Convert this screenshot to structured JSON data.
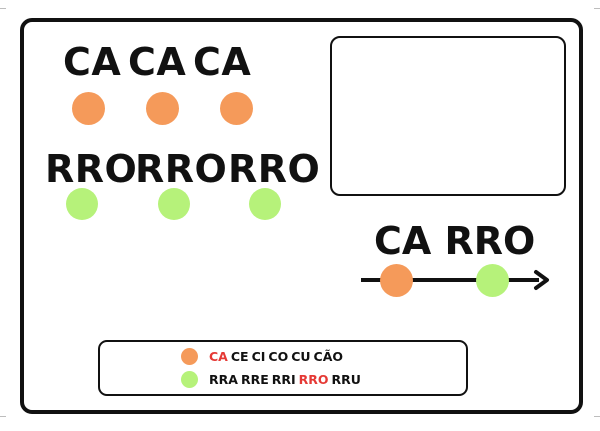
{
  "colors": {
    "orange": "#F59A5A",
    "green": "#B6F27A",
    "highlight": "#E53935",
    "ink": "#111111"
  },
  "top_row": {
    "syllables": [
      "CA",
      "CA",
      "CA"
    ],
    "dot_color": "orange"
  },
  "second_row": {
    "syllables": [
      "RRO",
      "RRO",
      "RRO"
    ],
    "dot_color": "green"
  },
  "picture_box": {
    "content": ""
  },
  "word_builder": {
    "word_parts": [
      "CA",
      "RRO"
    ],
    "dot_colors": [
      "orange",
      "green"
    ],
    "icon": "arrow-right-icon"
  },
  "legend": {
    "row_c": {
      "dot_color": "orange",
      "syllables": [
        "CA",
        "CE",
        "CI",
        "CO",
        "CU",
        "CÃO"
      ],
      "highlighted": "CA"
    },
    "row_rr": {
      "dot_color": "green",
      "syllables": [
        "RRA",
        "RRE",
        "RRI",
        "RRO",
        "RRU"
      ],
      "highlighted": "RRO"
    }
  }
}
